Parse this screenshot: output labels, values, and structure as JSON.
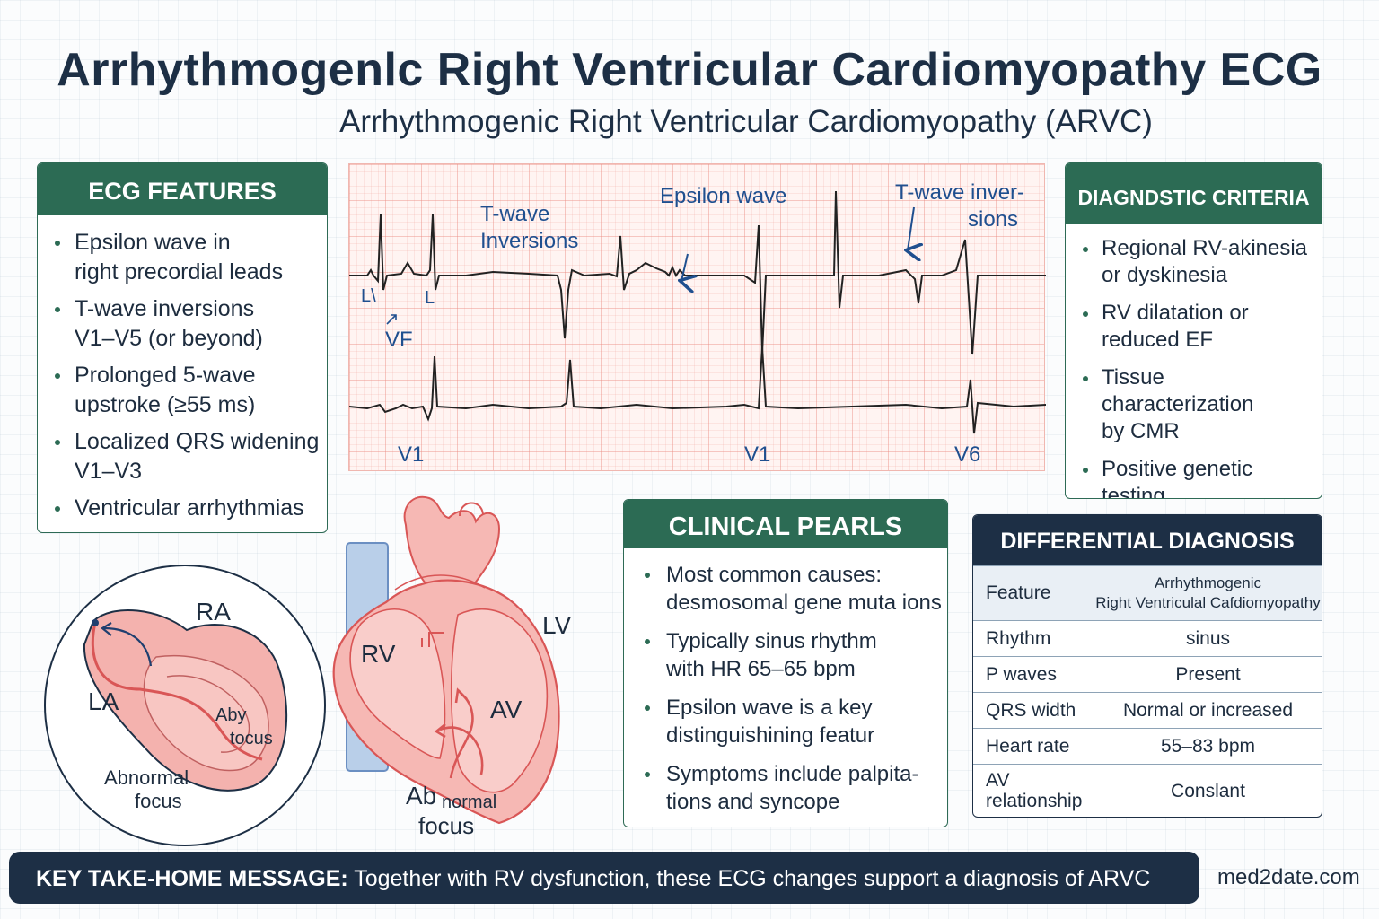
{
  "header": {
    "title": "Arrhythmogenlc Right Ventricular Cardiomyopathy ECG",
    "subtitle": "Arrhythmogenic Right Ventricular Cardiomyopathy (ARVC)"
  },
  "ecg_features": {
    "heading": "ECG FEATURES",
    "items": [
      [
        "Epsilon wave in",
        "right precordial leads"
      ],
      [
        "T-wave inversions",
        "V1–V5 (or beyond)"
      ],
      [
        "Prolonged 5-wave",
        "upstroke (≥55 ms)"
      ],
      [
        "Localized QRS widening",
        "V1–V3"
      ],
      [
        "Ventricular arrhythmias"
      ]
    ]
  },
  "ecg_strip": {
    "annotations": {
      "twave_left_1": "T-wave",
      "twave_left_2": "Inversions",
      "epsilon": "Epsilon wave",
      "twave_right_1": "T-wave inver-",
      "twave_right_2": "sions",
      "l_left": "L\\",
      "l_right": "L",
      "vf": "VF"
    },
    "leads": [
      "V1",
      "V1",
      "V6"
    ]
  },
  "diagnostic": {
    "heading": "DIAGNDSTIC CRITERIA",
    "items": [
      [
        "Regional RV-akinesia",
        "or dyskinesia"
      ],
      [
        "RV dilatation or",
        "reduced EF"
      ],
      [
        "Tissue characterization",
        "by CMR"
      ],
      [
        "Positive genetic",
        "testing"
      ]
    ]
  },
  "clinical": {
    "heading": "CLINICAL PEARLS",
    "items": [
      [
        "Most common causes:",
        "desmosomal gene muta ions"
      ],
      [
        "Typically sinus rhythm",
        "with HR 65–65 bpm"
      ],
      [
        "Epsilon wave is a key",
        "distinguishining featur"
      ],
      [
        "Symptoms include palpita-",
        "tions and syncope"
      ]
    ]
  },
  "differential": {
    "heading": "DIFFERENTIAL DIAGNOSIS",
    "col_feature": "Feature",
    "col_value_1": "Arrhythmogenic",
    "col_value_2": "Right Ventriculal Cafdiomyopathy",
    "rows": [
      {
        "k": "Rhythm",
        "v": "sinus"
      },
      {
        "k": "P waves",
        "v": "Present"
      },
      {
        "k": "QRS width",
        "v": "Normal or increased"
      },
      {
        "k": "Heart rate",
        "v": "55–83 bpm"
      }
    ],
    "last_k_1": "AV",
    "last_k_2": "relationship",
    "last_v": "Conslant"
  },
  "conduction_diagram": {
    "ra": "RA",
    "la": "LA",
    "aby_1": "Aby",
    "aby_2": "tocus",
    "abnormal_1": "Abnormal",
    "abnormal_2": "focus"
  },
  "heart_diagram": {
    "rv": "RV",
    "lv": "LV",
    "av": "AV",
    "ab": "Ab",
    "normal": "normal",
    "focus": "focus"
  },
  "footer": {
    "key_label": "KEY TAKE-HOME MESSAGE:",
    "key_text": " Together with RV dysfunction, these ECG changes support a diagnosis of ARVC",
    "brand": "med2date.com"
  },
  "colors": {
    "green": "#2c6b54",
    "navy": "#1d2f45",
    "ecg_blue": "#1f4f8f",
    "heart_pink": "#f6b8b4",
    "heart_red": "#d95656"
  }
}
